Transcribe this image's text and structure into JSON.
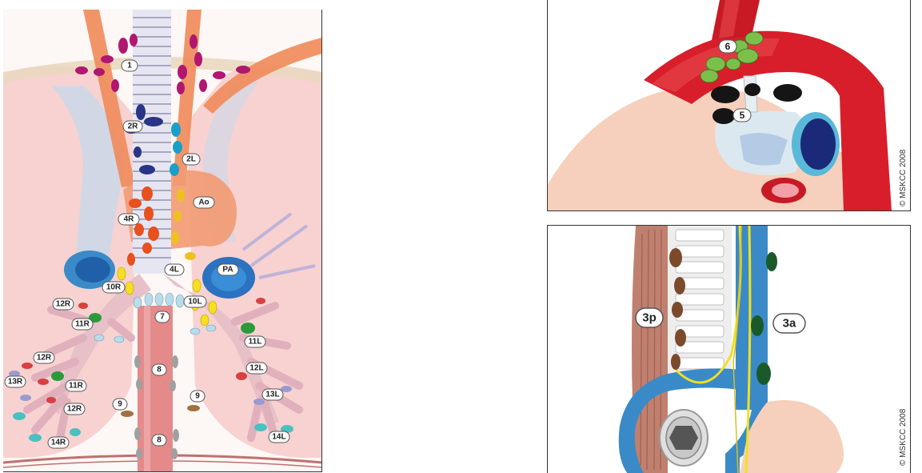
{
  "left_panel": {
    "labels": {
      "station_1": "1",
      "station_2r": "2R",
      "station_2l": "2L",
      "aorta": "Ao",
      "station_4r": "4R",
      "station_4l": "4L",
      "pulmonary_artery": "PA",
      "station_10r": "10R",
      "station_10l": "10L",
      "station_7": "7",
      "station_12r_upper": "12R",
      "station_11r_upper": "11R",
      "station_12r_mid": "12R",
      "station_13r": "13R",
      "station_11r_lower": "11R",
      "station_12r_lower": "12R",
      "station_14r": "14R",
      "station_8_upper": "8",
      "station_8_lower": "8",
      "station_9_right": "9",
      "station_9_left": "9",
      "station_11l": "11L",
      "station_12l": "12L",
      "station_13l": "13L",
      "station_14l": "14L"
    }
  },
  "top_right_panel": {
    "labels": {
      "station_6": "6",
      "station_5": "5"
    },
    "copyright": "© MSKCC 2008"
  },
  "bottom_right_panel": {
    "labels": {
      "station_3p": "3p",
      "station_3a": "3a"
    },
    "copyright": "© MSKCC 2008"
  },
  "colors": {
    "station_1": "#b0176f",
    "station_2r": "#2b3585",
    "station_2l": "#1aa0c8",
    "station_4r": "#e8501e",
    "station_4l": "#f0c020",
    "station_10": "#f5e020",
    "station_11": "#2a9a3a",
    "station_12": "#d94040",
    "station_13": "#9a9ad0",
    "station_14": "#4ac0c0",
    "station_7": "#b8dcea",
    "station_8": "#a0a0a0",
    "station_9": "#a07040",
    "station_6": "#7ac04a",
    "station_5": "#151515",
    "station_3p": "#7a4a2a",
    "station_3a": "#1a5a2a",
    "aorta_red": "#d81e2a",
    "lung_pink": "#f5c8c8",
    "vessel_blue": "#3a8ac8"
  }
}
